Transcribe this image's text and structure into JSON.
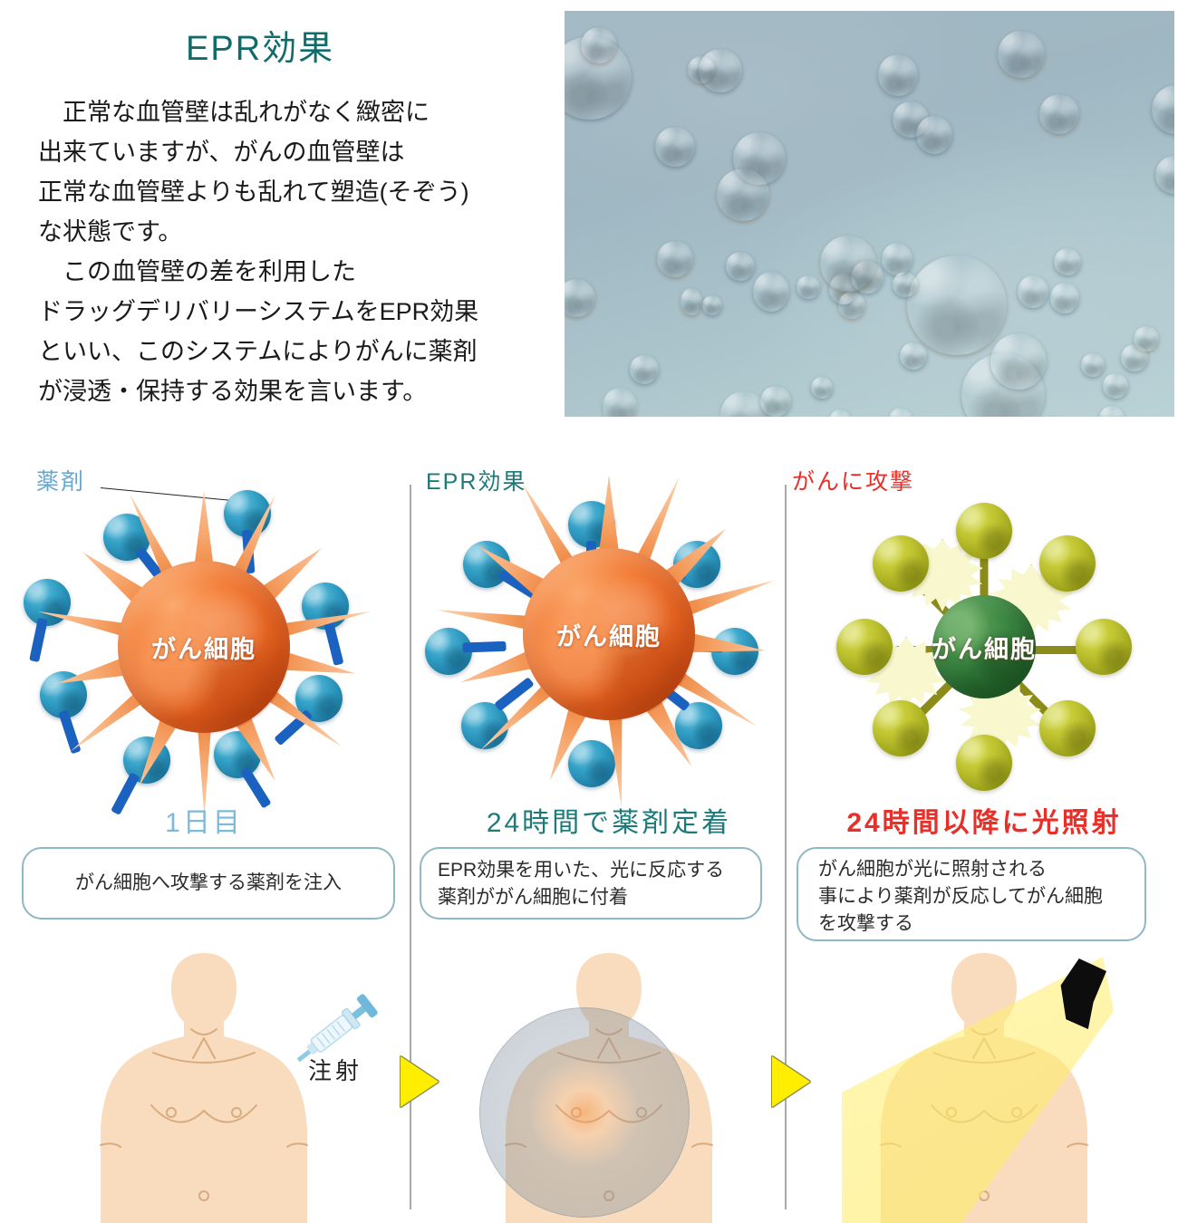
{
  "header": {
    "title": "EPR効果",
    "body_lines": [
      "　正常な血管壁は乱れがなく緻密に",
      "出来ていますが、がんの血管壁は",
      "正常な血管壁よりも乱れて塑造(そぞう)",
      "な状態です。",
      "　この血管壁の差を利用した",
      "ドラッグデリバリーシステムをEPR効果",
      "といい、このシステムによりがんに薬剤",
      "が浸透・保持する効果を言います。"
    ]
  },
  "microscopy_image": {
    "alt_name": "cancer-cells-microscopy-photo",
    "background_color": "#a3b9c4",
    "particle_colors": [
      "#4a93bb",
      "#e89a3f",
      "#d9ad72"
    ]
  },
  "panels": [
    {
      "tag": "薬剤",
      "tag_color": "#6aa9cf",
      "cell_label": "がん細胞",
      "stage_title": "1日目",
      "stage_title_color": "#7cb9da",
      "description_lines": [
        "がん細胞へ攻撃する薬剤を注入"
      ],
      "syringe_label": "注射"
    },
    {
      "tag": "EPR効果",
      "tag_color": "#1d7a7a",
      "cell_label": "がん細胞",
      "stage_title": "24時間で薬剤定着",
      "stage_title_color": "#1d7a7a",
      "description_lines": [
        "EPR効果を用いた、光に反応する",
        "薬剤ががん細胞に付着"
      ]
    },
    {
      "tag": "がんに攻撃",
      "tag_color": "#e8302a",
      "cell_label": "がん細胞",
      "stage_title": "24時間以降に光照射",
      "stage_title_color": "#e8302a",
      "description_lines": [
        "がん細胞が光に照射される",
        "事により薬剤が反応してがん細胞",
        "を攻撃する"
      ]
    }
  ],
  "colors": {
    "title_teal": "#116b6b",
    "cancer_cell_orange": "#e4601f",
    "drug_blue": "#1f7ea6",
    "drug_stem_blue": "#1b62c0",
    "treated_cell_green": "#2a6e34",
    "olive_particle": "#bfc32f",
    "alert_red": "#e8302a",
    "arrow_yellow": "#ffee00",
    "light_yellow": "#ffee6a",
    "skin": "#f7d9b8",
    "box_border": "#8fb8c4",
    "divider_gray": "#a9a9a9"
  }
}
